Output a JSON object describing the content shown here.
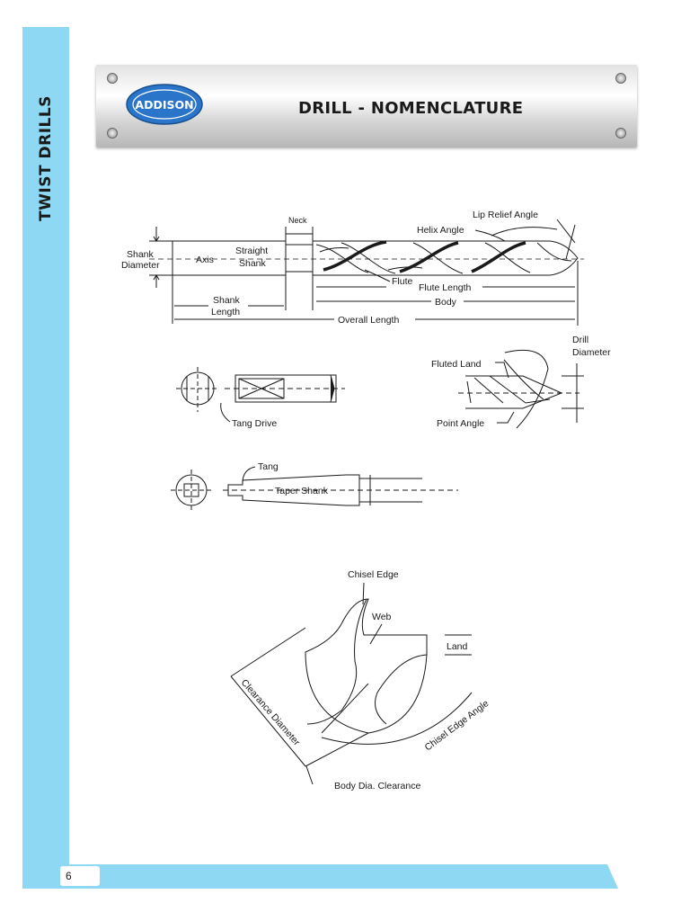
{
  "sidebar": {
    "title": "TWIST DRILLS"
  },
  "header": {
    "logo_text": "ADDISON",
    "title": "DRILL - NOMENCLATURE"
  },
  "diagram_labels": {
    "shank_diameter_1": "Shank",
    "shank_diameter_2": "Diameter",
    "axis": "Axis",
    "straight_shank_1": "Straight",
    "straight_shank_2": "Shank",
    "neck": "Neck",
    "helix_angle": "Helix Angle",
    "lip_relief_angle": "Lip Relief Angle",
    "flute": "Flute",
    "flute_length": "Flute Length",
    "body": "Body",
    "shank_length_1": "Shank",
    "shank_length_2": "Length",
    "overall_length": "Overall Length",
    "tang_drive": "Tang Drive",
    "fluted_land": "Fluted Land",
    "drill_diameter_1": "Drill",
    "drill_diameter_2": "Diameter",
    "point_angle": "Point Angle",
    "tang": "Tang",
    "taper_shank": "Taper Shank",
    "chisel_edge": "Chisel Edge",
    "web": "Web",
    "land": "Land",
    "clearance_diameter": "Clearance Diameter",
    "chisel_edge_angle": "Chisel Edge Angle",
    "body_dia_clearance": "Body Dia. Clearance"
  },
  "footer": {
    "page_number": "6"
  },
  "colors": {
    "accent": "#8fd8f3",
    "text": "#1a1a1a",
    "logo_blue": "#2a74c9"
  }
}
